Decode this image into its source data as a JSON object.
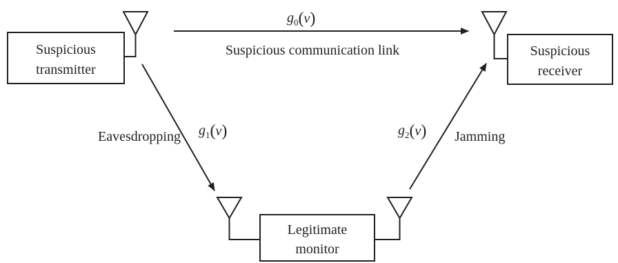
{
  "nodes": {
    "transmitter": [
      "Suspicious",
      "transmitter"
    ],
    "receiver": [
      "Suspicious",
      "receiver"
    ],
    "monitor": [
      "Legitimate",
      "monitor"
    ]
  },
  "links": {
    "direct": {
      "label": "Suspicious communication link",
      "gain_symbol": "g",
      "gain_sub": "0",
      "gain_arg": "ν"
    },
    "eavesdrop": {
      "label": "Eavesdropping",
      "gain_symbol": "g",
      "gain_sub": "1",
      "gain_arg": "ν"
    },
    "jam": {
      "label": "Jamming",
      "gain_symbol": "g",
      "gain_sub": "2",
      "gain_arg": "ν"
    }
  }
}
